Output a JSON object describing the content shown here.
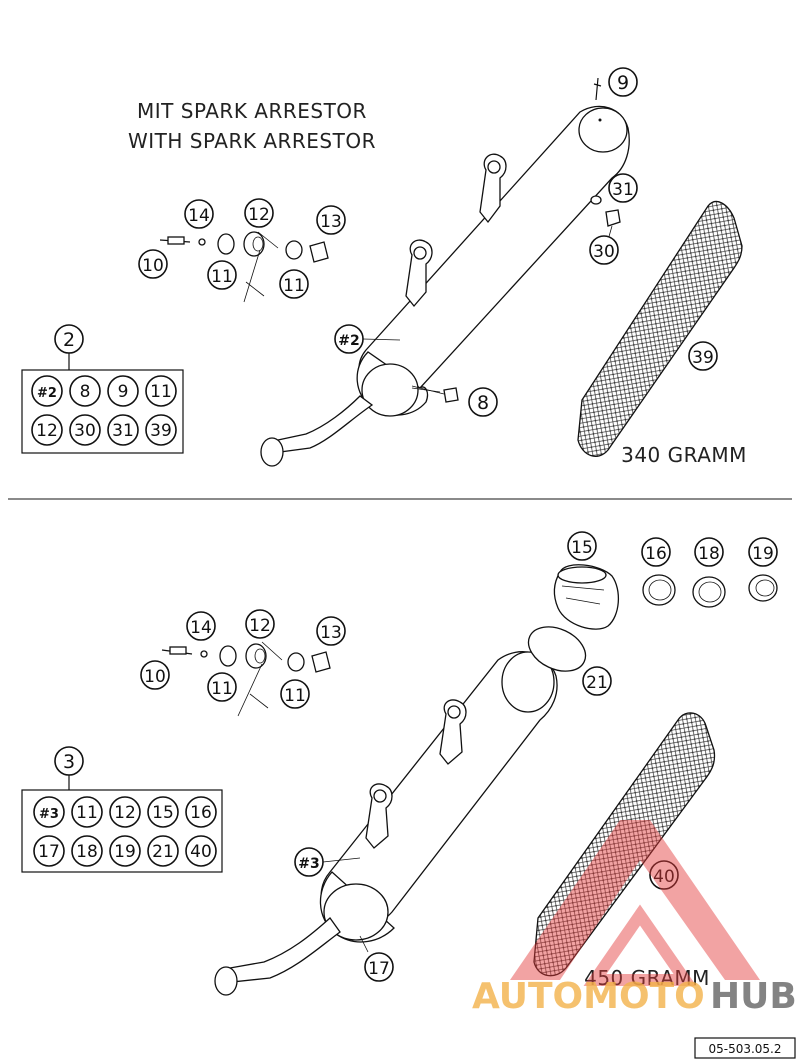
{
  "top_section": {
    "caption_line1": "MIT SPARK ARRESTOR",
    "caption_line2": "WITH SPARK ARRESTOR",
    "weight_label": "340 GRAMM",
    "assembly_label": "#2",
    "kit_number": "2",
    "kit_items": [
      "#2",
      "8",
      "9",
      "11",
      "12",
      "30",
      "31",
      "39"
    ],
    "callouts": {
      "c9": "9",
      "c31": "31",
      "c30": "30",
      "c39": "39",
      "c8": "8",
      "c14": "14",
      "c12": "12",
      "c13": "13",
      "c10": "10",
      "c11a": "11",
      "c11b": "11"
    }
  },
  "bottom_section": {
    "weight_label": "450 GRAMM",
    "assembly_label": "#3",
    "kit_number": "3",
    "kit_items": [
      "#3",
      "11",
      "12",
      "15",
      "16",
      "17",
      "18",
      "19",
      "21",
      "40"
    ],
    "callouts": {
      "c15": "15",
      "c16": "16",
      "c18": "18",
      "c19": "19",
      "c21": "21",
      "c14": "14",
      "c12": "12",
      "c13": "13",
      "c10": "10",
      "c11a": "11",
      "c11b": "11",
      "c40": "40",
      "c17": "17"
    }
  },
  "watermark": {
    "left": "AUTOMOTO",
    "right": "HUB"
  },
  "figure_code": "05-503.05.2"
}
